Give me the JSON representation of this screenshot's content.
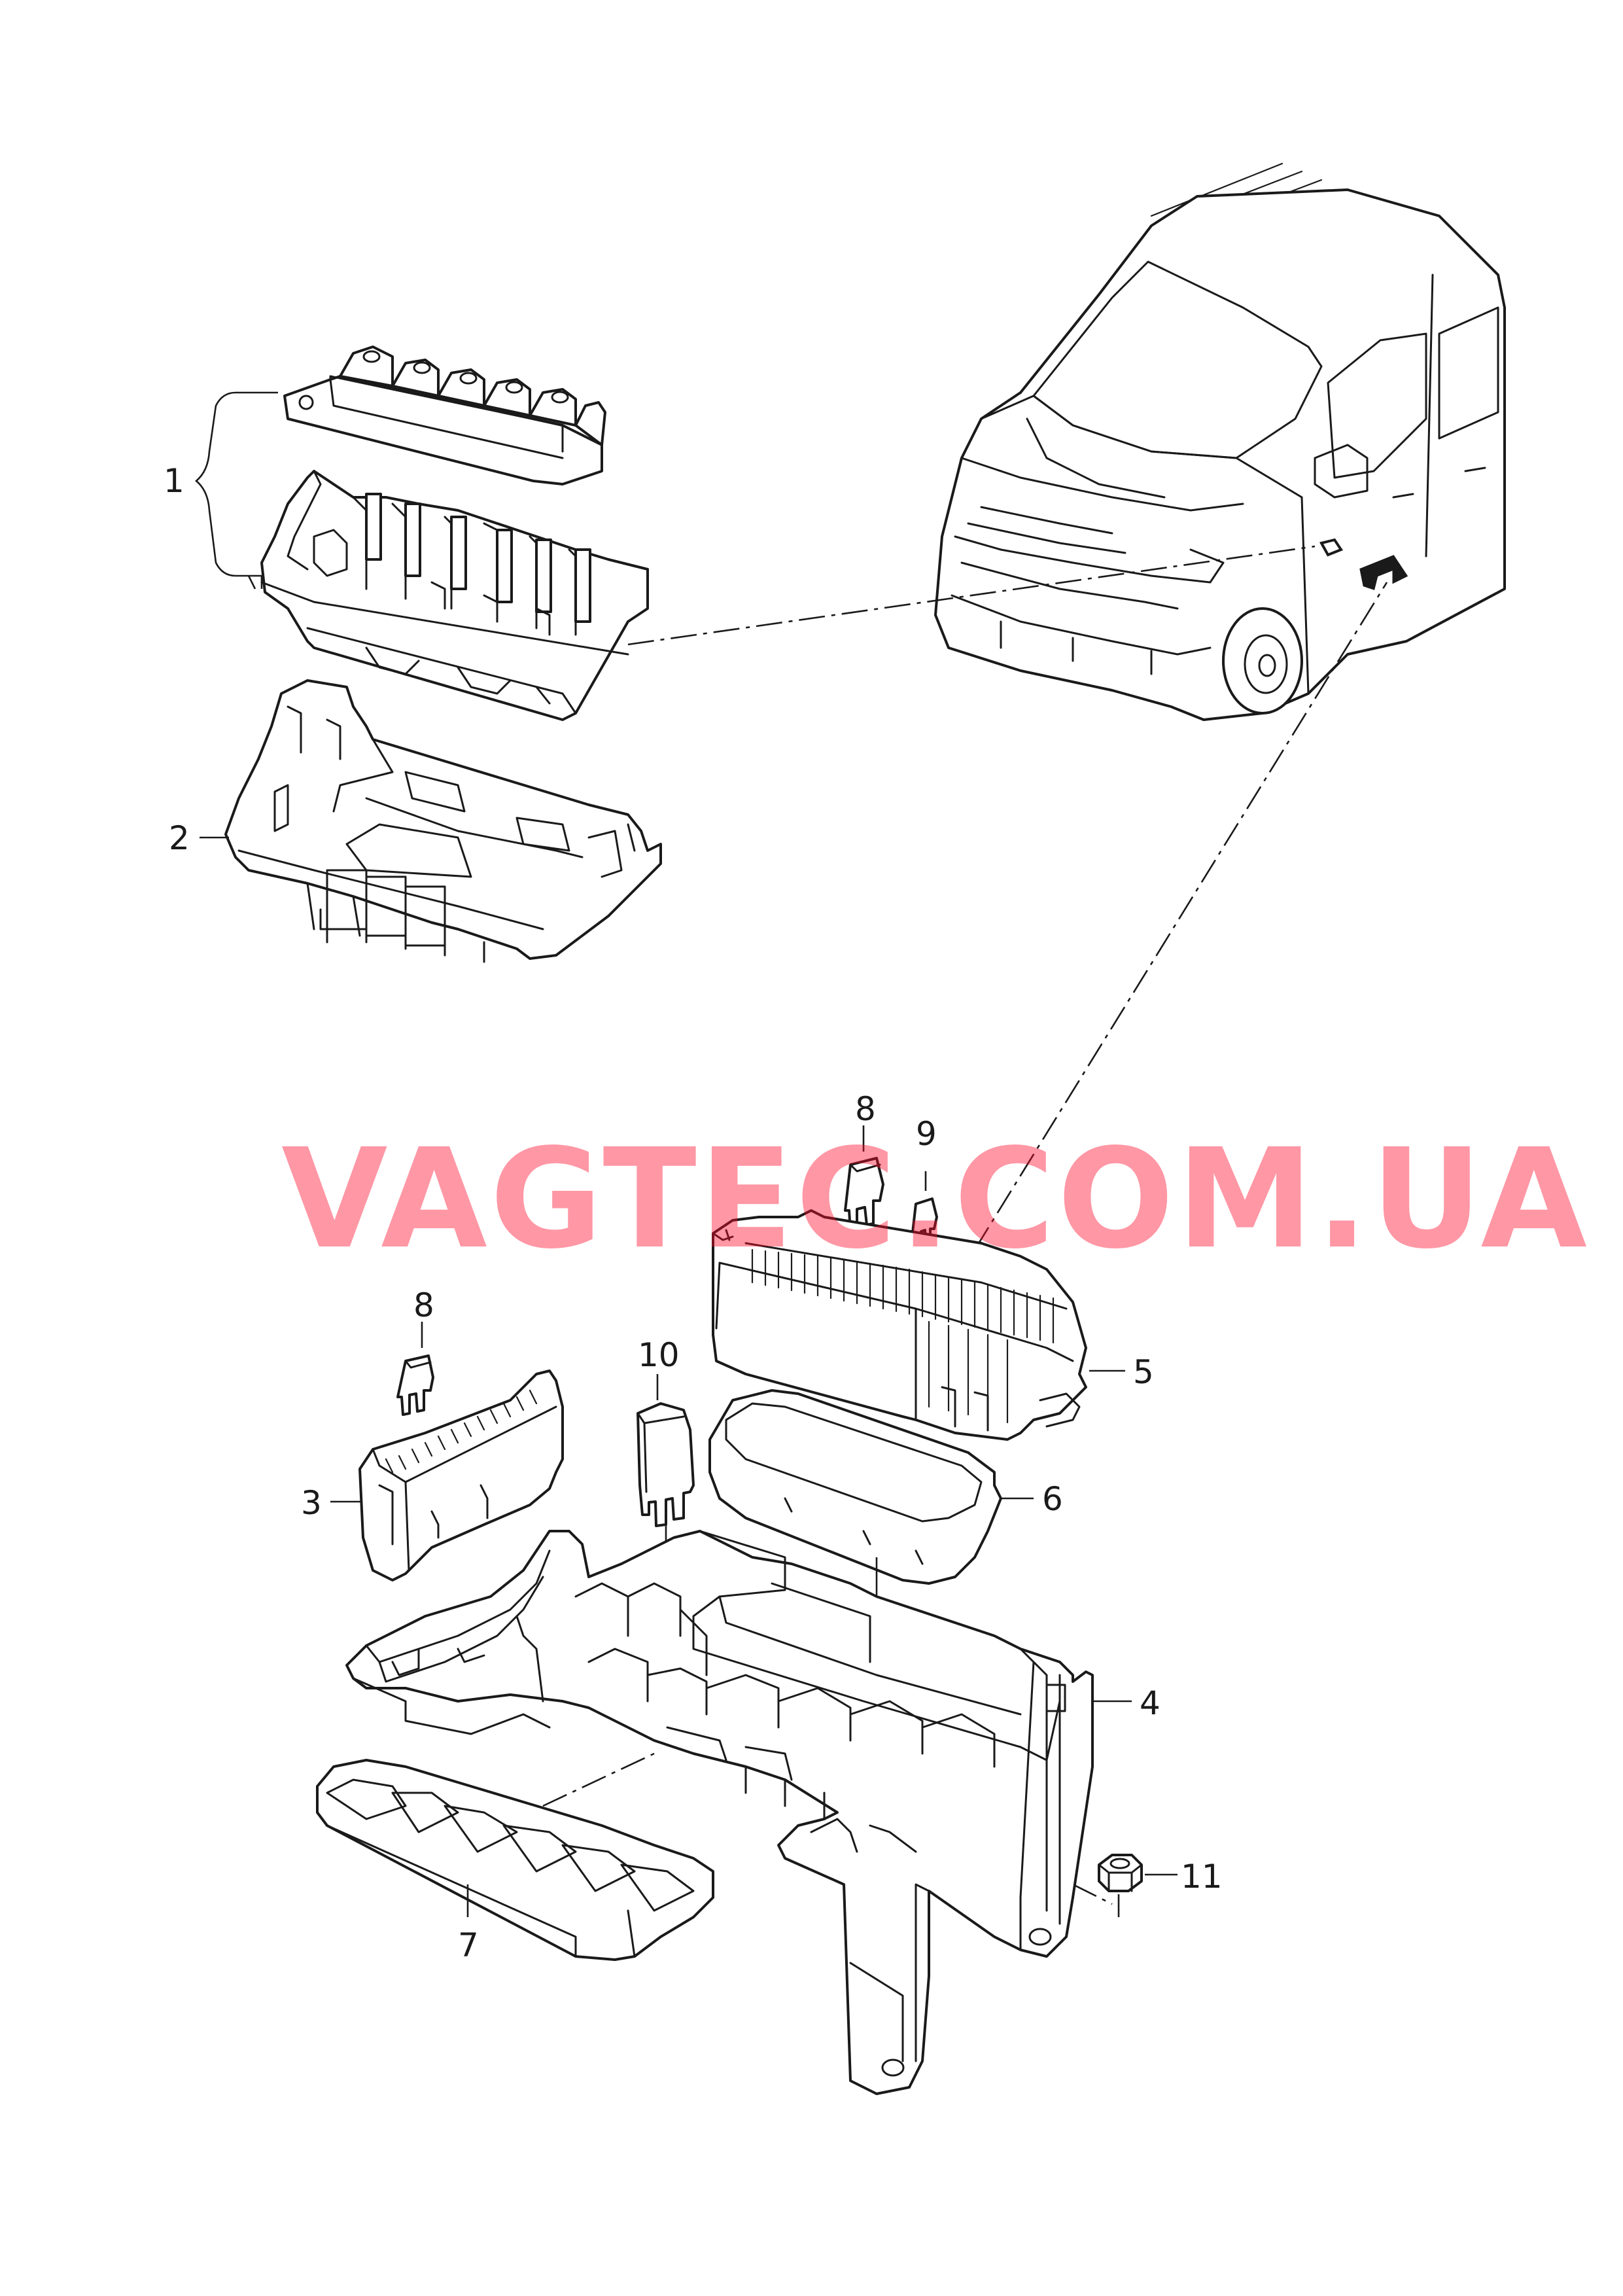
{
  "watermark": "VAGTEC.COM.UA",
  "callouts": {
    "c1": "1",
    "c2": "2",
    "c3": "3",
    "c4": "4",
    "c5": "5",
    "c6": "6",
    "c7": "7",
    "c8a": "8",
    "c8b": "8",
    "c9": "9",
    "c10": "10",
    "c11": "11"
  },
  "colors": {
    "line": "#1a1a1a",
    "watermark": "#ff0a2a",
    "background": "#ffffff"
  }
}
